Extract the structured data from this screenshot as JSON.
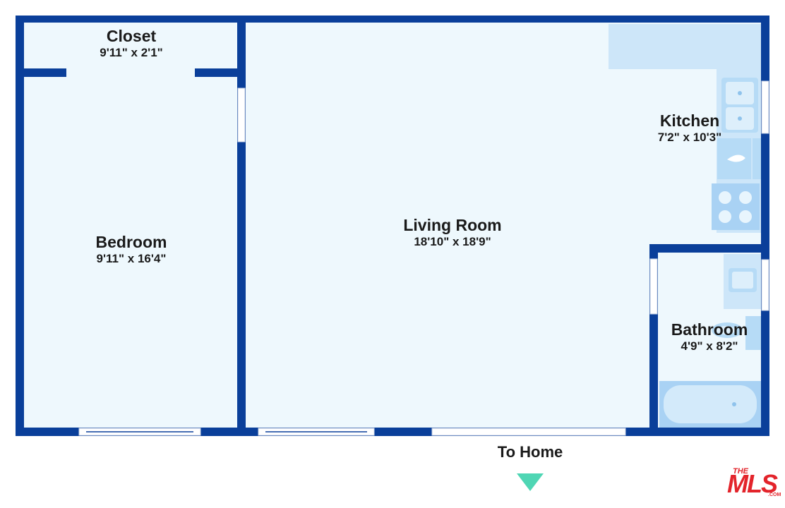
{
  "rooms": {
    "closet": {
      "name": "Closet",
      "dimensions": "9'11\" x 2'1\""
    },
    "bedroom": {
      "name": "Bedroom",
      "dimensions": "9'11\" x 16'4\""
    },
    "living_room": {
      "name": "Living Room",
      "dimensions": "18'10\" x 18'9\""
    },
    "kitchen": {
      "name": "Kitchen",
      "dimensions": "7'2\" x 10'3\""
    },
    "bathroom": {
      "name": "Bathroom",
      "dimensions": "4'9\" x 8'2\""
    }
  },
  "entrance": {
    "label": "To Home"
  },
  "logo": {
    "the": "THE",
    "mls": "MLS",
    "com": ".COM"
  },
  "colors": {
    "wall": "#0a3f9a",
    "floor": "#eef8fd",
    "fixture": "#cde6f9",
    "fixture_dark": "#a9d2f4",
    "entrance_arrow": "#4fd6b4",
    "logo": "#e3242b"
  }
}
